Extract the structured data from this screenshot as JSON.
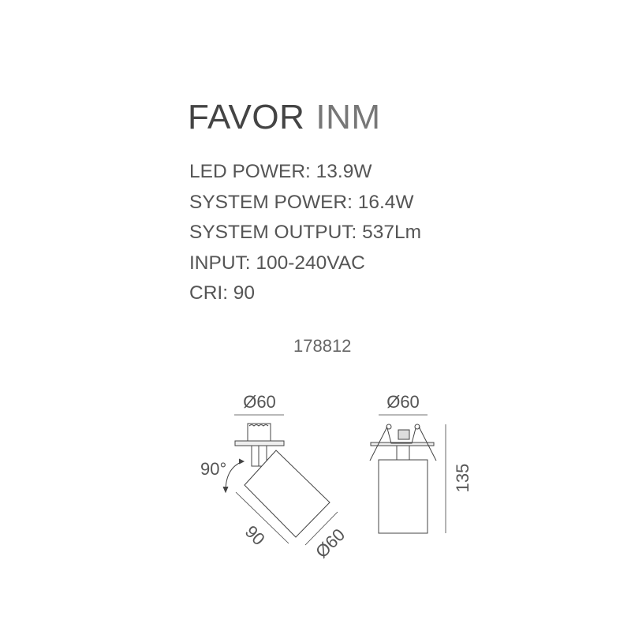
{
  "title": {
    "name": "FAVOR",
    "variant": "INM"
  },
  "specs": [
    "LED POWER: 13.9W",
    "SYSTEM POWER: 16.4W",
    "SYSTEM OUTPUT: 537Lm",
    "INPUT: 100-240VAC",
    "CRI: 90"
  ],
  "product_code": "178812",
  "drawing": {
    "left": {
      "diameter_top": "Ø60",
      "angle": "90°",
      "length": "90",
      "diameter_body": "Ø60"
    },
    "right": {
      "diameter_top": "Ø60",
      "height": "135"
    }
  }
}
